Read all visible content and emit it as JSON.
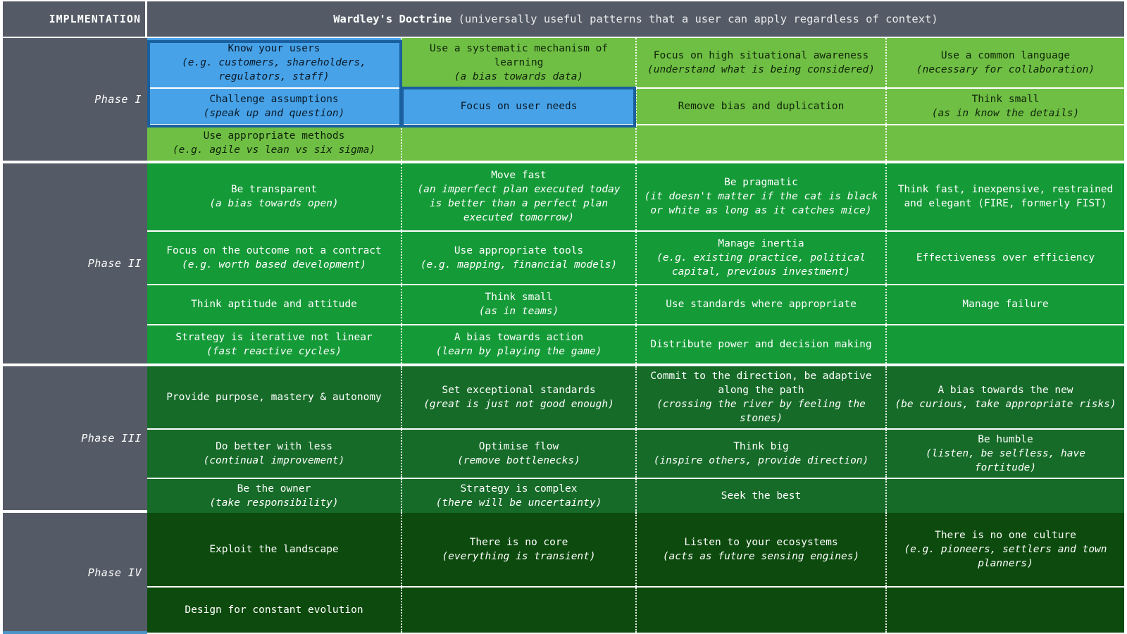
{
  "header": {
    "implementation_label": "IMPLMENTATION",
    "doctrine_title": "Wardley's Doctrine",
    "doctrine_subtitle": " (universally useful patterns that a user can apply regardless of context)"
  },
  "colors": {
    "sidebar": "#555b66",
    "phase1": "#6fbf44",
    "phase2": "#159a38",
    "phase3": "#166b28",
    "phase4": "#0c4a0d",
    "highlight_fill": "#47a2e8",
    "highlight_border": "#1a5f9e",
    "bottom_accent": "#4d95c8"
  },
  "phases": [
    {
      "label": "Phase I",
      "rows": [
        [
          {
            "main": "Know your users",
            "note": "(e.g. customers, shareholders, regulators, staff)",
            "highlight": true
          },
          {
            "main": "Use a systematic mechanism of learning",
            "note": "(a bias towards data)",
            "highlight": false
          },
          {
            "main": "Focus on high situational awareness ",
            "note": "(understand what is being considered)",
            "inline_note": true,
            "highlight": false
          },
          {
            "main": "Use a common language",
            "note": "(necessary for collaboration)",
            "highlight": false
          }
        ],
        [
          {
            "main": "Challenge assumptions",
            "note": "(speak up and question)",
            "highlight": true
          },
          {
            "main": "Focus on user needs",
            "note": "",
            "highlight": true
          },
          {
            "main": "Remove bias and duplication",
            "note": "",
            "highlight": false
          },
          {
            "main": "Think small",
            "note": "(as in know the details)",
            "highlight": false
          }
        ],
        [
          {
            "main": "Use appropriate methods",
            "note": "(e.g. agile vs lean vs six sigma)",
            "highlight": false
          },
          {
            "main": "",
            "note": "",
            "highlight": false
          },
          {
            "main": "",
            "note": "",
            "highlight": false
          },
          {
            "main": "",
            "note": "",
            "highlight": false
          }
        ]
      ]
    },
    {
      "label": "Phase II",
      "rows": [
        [
          {
            "main": "Be transparent",
            "note": "(a bias towards open)"
          },
          {
            "main": "Move fast",
            "note": "(an imperfect plan executed today is better than a perfect plan executed tomorrow)"
          },
          {
            "main": "Be pragmatic",
            "note": "(it doesn't matter if the cat is black or white as long as it catches mice)"
          },
          {
            "main": "Think fast, inexpensive, restrained and elegant (FIRE, formerly FIST)",
            "note": ""
          }
        ],
        [
          {
            "main": "Focus on the outcome not a contract ",
            "note": "(e.g. worth based development)",
            "inline_note": true
          },
          {
            "main": "Use appropriate tools",
            "note": "(e.g. mapping, financial models)"
          },
          {
            "main": "Manage inertia",
            "note": "(e.g. existing practice, political capital, previous investment)"
          },
          {
            "main": "Effectiveness over efficiency",
            "note": ""
          }
        ],
        [
          {
            "main": "Think aptitude and attitude",
            "note": ""
          },
          {
            "main": "Think small",
            "note": "(as in teams)"
          },
          {
            "main": "Use standards where appropriate",
            "note": ""
          },
          {
            "main": "Manage failure",
            "note": ""
          }
        ],
        [
          {
            "main": "Strategy is iterative not linear",
            "note": "(fast reactive cycles)"
          },
          {
            "main": "A bias towards action",
            "note": "(learn by playing the game)"
          },
          {
            "main": "Distribute power and decision making",
            "note": ""
          },
          {
            "main": "",
            "note": ""
          }
        ]
      ]
    },
    {
      "label": "Phase III",
      "rows": [
        [
          {
            "main": "Provide purpose, mastery & autonomy",
            "note": ""
          },
          {
            "main": "Set exceptional standards",
            "note": "(great is just not good enough)"
          },
          {
            "main": "Commit to the direction, be adaptive along the path",
            "note": "(crossing the river by feeling the stones)"
          },
          {
            "main": "A bias towards the new",
            "note": "(be curious, take appropriate risks)"
          }
        ],
        [
          {
            "main": "Do better with less",
            "note": "(continual improvement)"
          },
          {
            "main": "Optimise flow",
            "note": "(remove bottlenecks)"
          },
          {
            "main": "Think big",
            "note": "(inspire others, provide direction)"
          },
          {
            "main": "Be humble",
            "note": "(listen, be selfless, have fortitude)"
          }
        ],
        [
          {
            "main": "Be the owner",
            "note": "(take responsibility)"
          },
          {
            "main": "Strategy is complex",
            "note": "(there will be uncertainty)"
          },
          {
            "main": "Seek the best",
            "note": ""
          },
          {
            "main": "",
            "note": ""
          }
        ]
      ]
    },
    {
      "label": "Phase IV",
      "rows": [
        [
          {
            "main": "Exploit the landscape",
            "note": ""
          },
          {
            "main": "There is no core",
            "note": "(everything is transient)"
          },
          {
            "main": "Listen to your ecosystems",
            "note": "(acts as future sensing engines)"
          },
          {
            "main": "There is no one culture",
            "note": "(e.g. pioneers, settlers and town planners)"
          }
        ],
        [
          {
            "main": "Design for constant evolution",
            "note": ""
          },
          {
            "main": "",
            "note": ""
          },
          {
            "main": "",
            "note": ""
          },
          {
            "main": "",
            "note": ""
          }
        ]
      ]
    }
  ]
}
